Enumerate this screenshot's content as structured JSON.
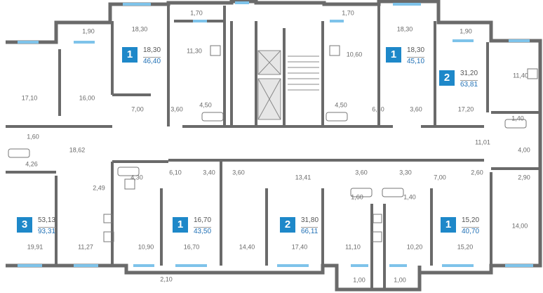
{
  "colors": {
    "badge": "#1e88c9",
    "total_area": "#1e6fb5",
    "walls": "#6a6a6a",
    "windows": "#7ec3ea"
  },
  "rooms": [
    "1,90",
    "18,30",
    "1,70",
    "11,30",
    "17,10",
    "16,00",
    "7,00",
    "3,60",
    "4,50",
    "1,70",
    "18,30",
    "1,90",
    "10,60",
    "11,40",
    "4,50",
    "6,40",
    "3,60",
    "17,20",
    "1,40",
    "1,60",
    "18,62",
    "4,26",
    "11,01",
    "4,00",
    "2,49",
    "4,30",
    "6,10",
    "3,40",
    "3,60",
    "13,41",
    "3,60",
    "3,30",
    "7,00",
    "2,60",
    "2,90",
    "1,60",
    "1,40",
    "19,91",
    "11,27",
    "10,90",
    "16,70",
    "14,40",
    "17,40",
    "11,10",
    "10,20",
    "15,20",
    "14,00",
    "2,10",
    "1,00",
    "1,00"
  ],
  "apartments": [
    {
      "rooms": "1",
      "living": "18,30",
      "total": "46,40"
    },
    {
      "rooms": "1",
      "living": "18,30",
      "total": "45,10"
    },
    {
      "rooms": "2",
      "living": "31,20",
      "total": "63,81"
    },
    {
      "rooms": "3",
      "living": "53,13",
      "total": "93,31"
    },
    {
      "rooms": "1",
      "living": "16,70",
      "total": "43,50"
    },
    {
      "rooms": "2",
      "living": "31,80",
      "total": "66,11"
    },
    {
      "rooms": "1",
      "living": "15,20",
      "total": "40,70"
    }
  ]
}
